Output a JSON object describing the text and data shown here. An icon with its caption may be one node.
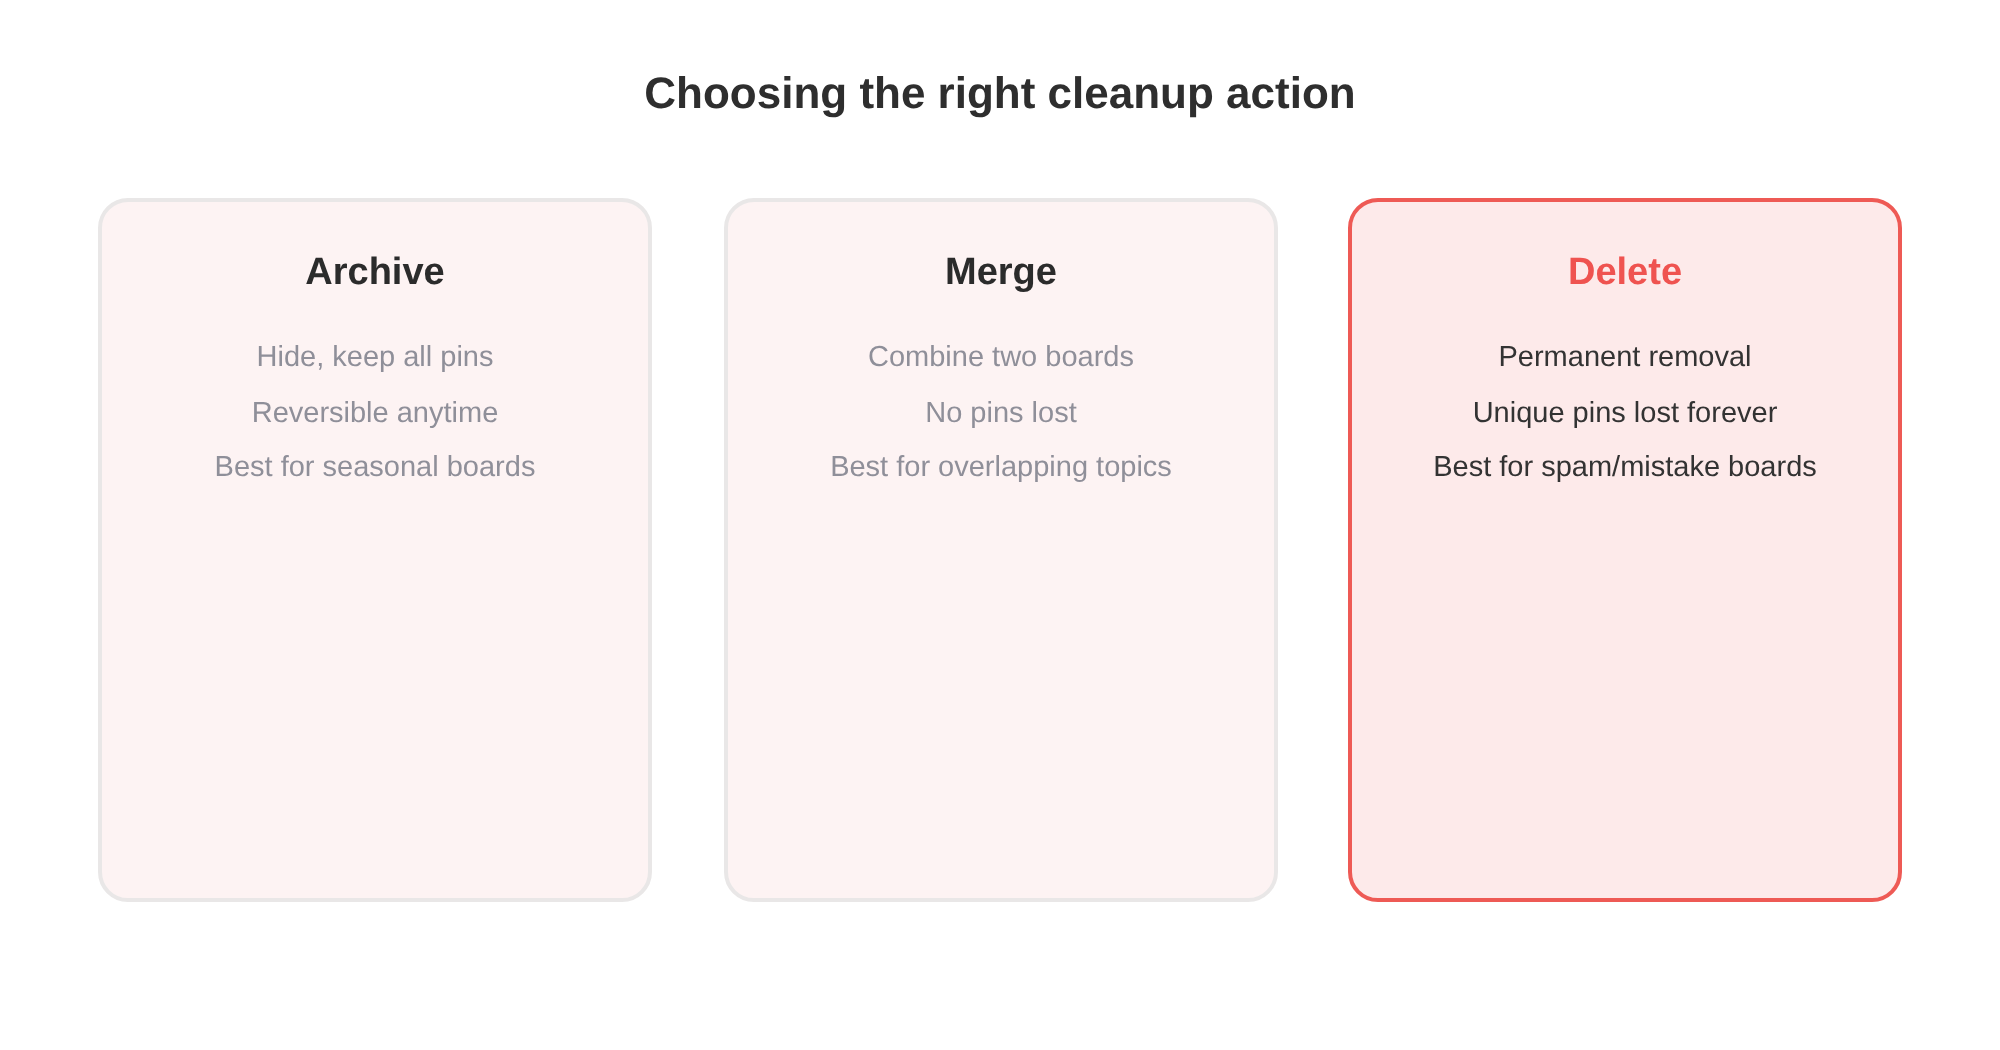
{
  "diagram": {
    "title": "Choosing the right cleanup action",
    "nodes": [
      {
        "text": [
          "Archive",
          "Hide, keep all pins",
          "Reversible anytime",
          "Best for seasonal boards"
        ]
      },
      {
        "text": [
          "Merge",
          "Combine two boards",
          "No pins lost",
          "Best for overlapping topics"
        ]
      },
      {
        "text": [
          "Delete",
          "Permanent removal",
          "Unique pins lost forever",
          "Best for spam/mistake boards"
        ]
      }
    ]
  }
}
